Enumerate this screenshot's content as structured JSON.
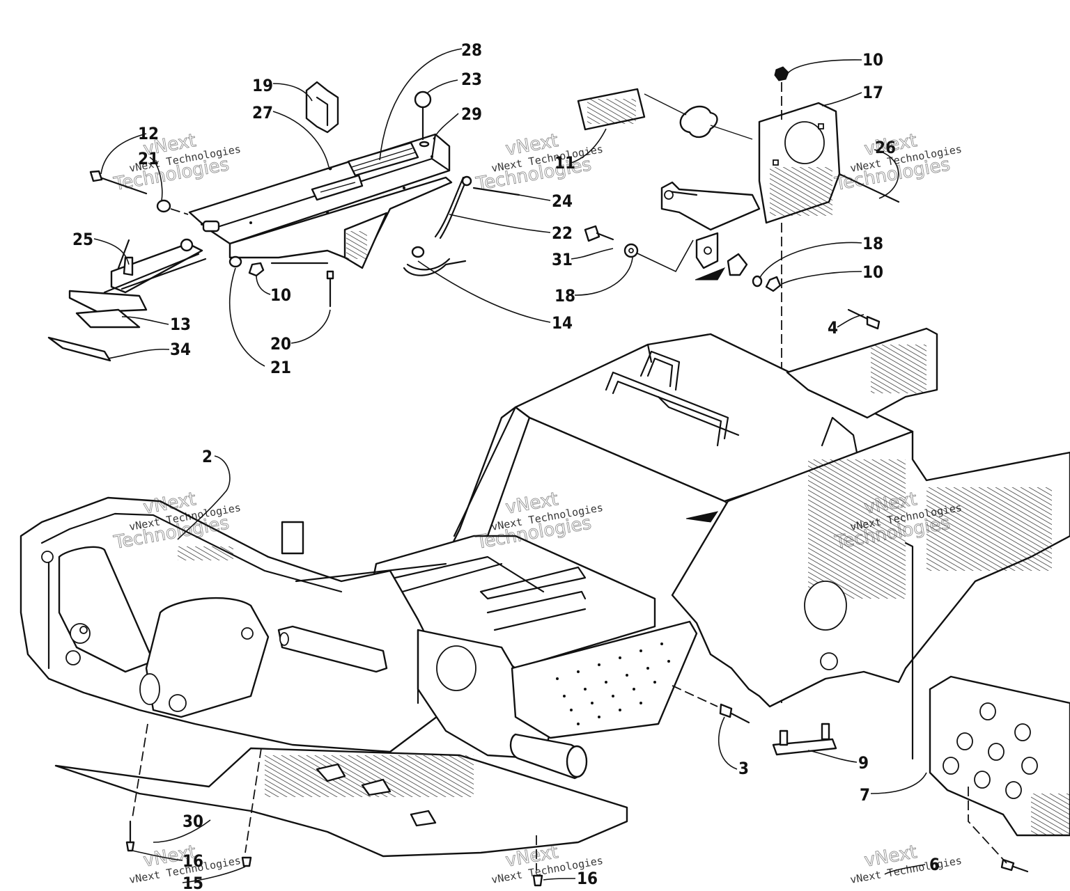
{
  "callouts": [
    {
      "id": "c28",
      "text": "28"
    },
    {
      "id": "c23",
      "text": "23"
    },
    {
      "id": "c19",
      "text": "19"
    },
    {
      "id": "c27",
      "text": "27"
    },
    {
      "id": "c29",
      "text": "29"
    },
    {
      "id": "c12",
      "text": "12"
    },
    {
      "id": "c21a",
      "text": "21"
    },
    {
      "id": "c24",
      "text": "24"
    },
    {
      "id": "c22",
      "text": "22"
    },
    {
      "id": "c25",
      "text": "25"
    },
    {
      "id": "c10a",
      "text": "10"
    },
    {
      "id": "c13",
      "text": "13"
    },
    {
      "id": "c20",
      "text": "20"
    },
    {
      "id": "c14",
      "text": "14"
    },
    {
      "id": "c34",
      "text": "34"
    },
    {
      "id": "c21b",
      "text": "21"
    },
    {
      "id": "c10b",
      "text": "10"
    },
    {
      "id": "c17",
      "text": "17"
    },
    {
      "id": "c11",
      "text": "11"
    },
    {
      "id": "c26",
      "text": "26"
    },
    {
      "id": "c31",
      "text": "31"
    },
    {
      "id": "c18a",
      "text": "18"
    },
    {
      "id": "c18b",
      "text": "18"
    },
    {
      "id": "c10c",
      "text": "10"
    },
    {
      "id": "c4",
      "text": "4"
    },
    {
      "id": "c2",
      "text": "2"
    },
    {
      "id": "c3",
      "text": "3"
    },
    {
      "id": "c9",
      "text": "9"
    },
    {
      "id": "c7",
      "text": "7"
    },
    {
      "id": "c30",
      "text": "30"
    },
    {
      "id": "c16a",
      "text": "16"
    },
    {
      "id": "c15",
      "text": "15"
    },
    {
      "id": "c16b",
      "text": "16"
    },
    {
      "id": "c6",
      "text": "6"
    }
  ],
  "watermark": {
    "name": "vNext Technologies",
    "big_top": "vNext",
    "big_bottom": "Technologies"
  }
}
